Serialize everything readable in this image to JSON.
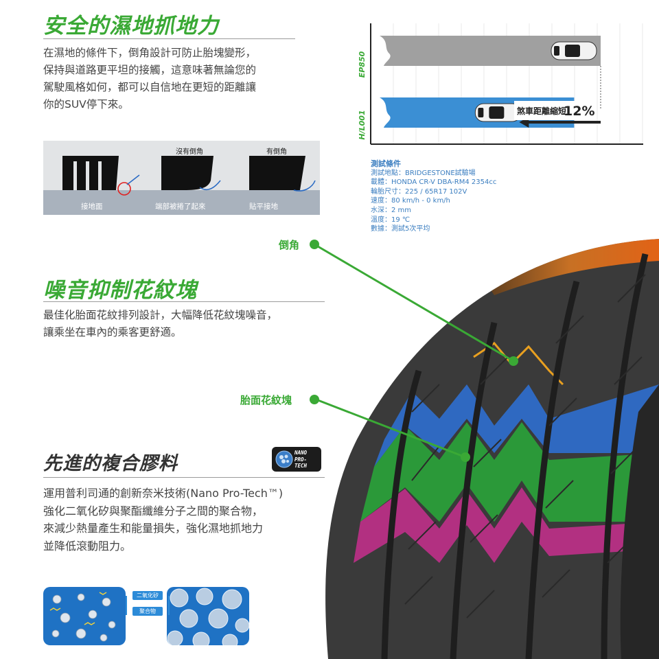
{
  "wet_grip": {
    "heading": "安全的濕地抓地力",
    "body": "在濕地的條件下，倒角設計可防止胎塊變形，\n保持與道路更平坦的接觸，這意味著無論您的\n駕駛風格如何，都可以自信地在更短的距離讓\n你的SUV停下來。"
  },
  "chamfer_diagram": {
    "no_chamfer": "沒有倒角",
    "with_chamfer": "有倒角",
    "ground_surface": "接地面",
    "edge_rolled": "端部被捲了起來",
    "flat_contact": "貼平接地"
  },
  "braking_chart": {
    "series": [
      {
        "name": "EP850",
        "color": "#a0a0a0",
        "value": 100
      },
      {
        "name": "H/L001",
        "color": "#3b8fd4",
        "value": 88
      }
    ],
    "annotation": "煞車距離縮短",
    "improvement": "12%"
  },
  "test_conditions": {
    "title": "測試條件",
    "lines": [
      "測試地點：BRIDGESTONE試驗場",
      "載體：HONDA CR-V DBA-RM4 2354cc",
      "輪胎尺寸：225 / 65R17  102V",
      "速度：80 km/h  -  0 km/h",
      "水深：2 mm",
      "溫度：19 ℃",
      "數據：測試5次平均"
    ]
  },
  "callouts": {
    "chamfer": "倒角",
    "tread_block": "胎面花紋塊"
  },
  "noise": {
    "heading": "噪音抑制花紋塊",
    "body": "最佳化胎面花紋排列設計，大幅降低花紋塊噪音，\n讓乘坐在車內的乘客更舒適。"
  },
  "compound": {
    "heading": "先進的複合膠料",
    "badge": "NANO\nPRO-\nTECH",
    "body": "運用普利司通的創新奈米技術(Nano Pro-Tech™)\n強化二氧化矽與聚酯纖維分子之間的聚合物，\n來減少熱量產生和能量損失，強化濕地抓地力\n並降低滾動阻力。",
    "tag_silica": "二氧化矽",
    "tag_polymer": "聚合物"
  },
  "colors": {
    "accent_green": "#3aa935",
    "tread_blue": "#2f6fd0",
    "tread_green": "#2aa43a",
    "tread_magenta": "#c0308a",
    "tread_orange": "#e07a20"
  }
}
